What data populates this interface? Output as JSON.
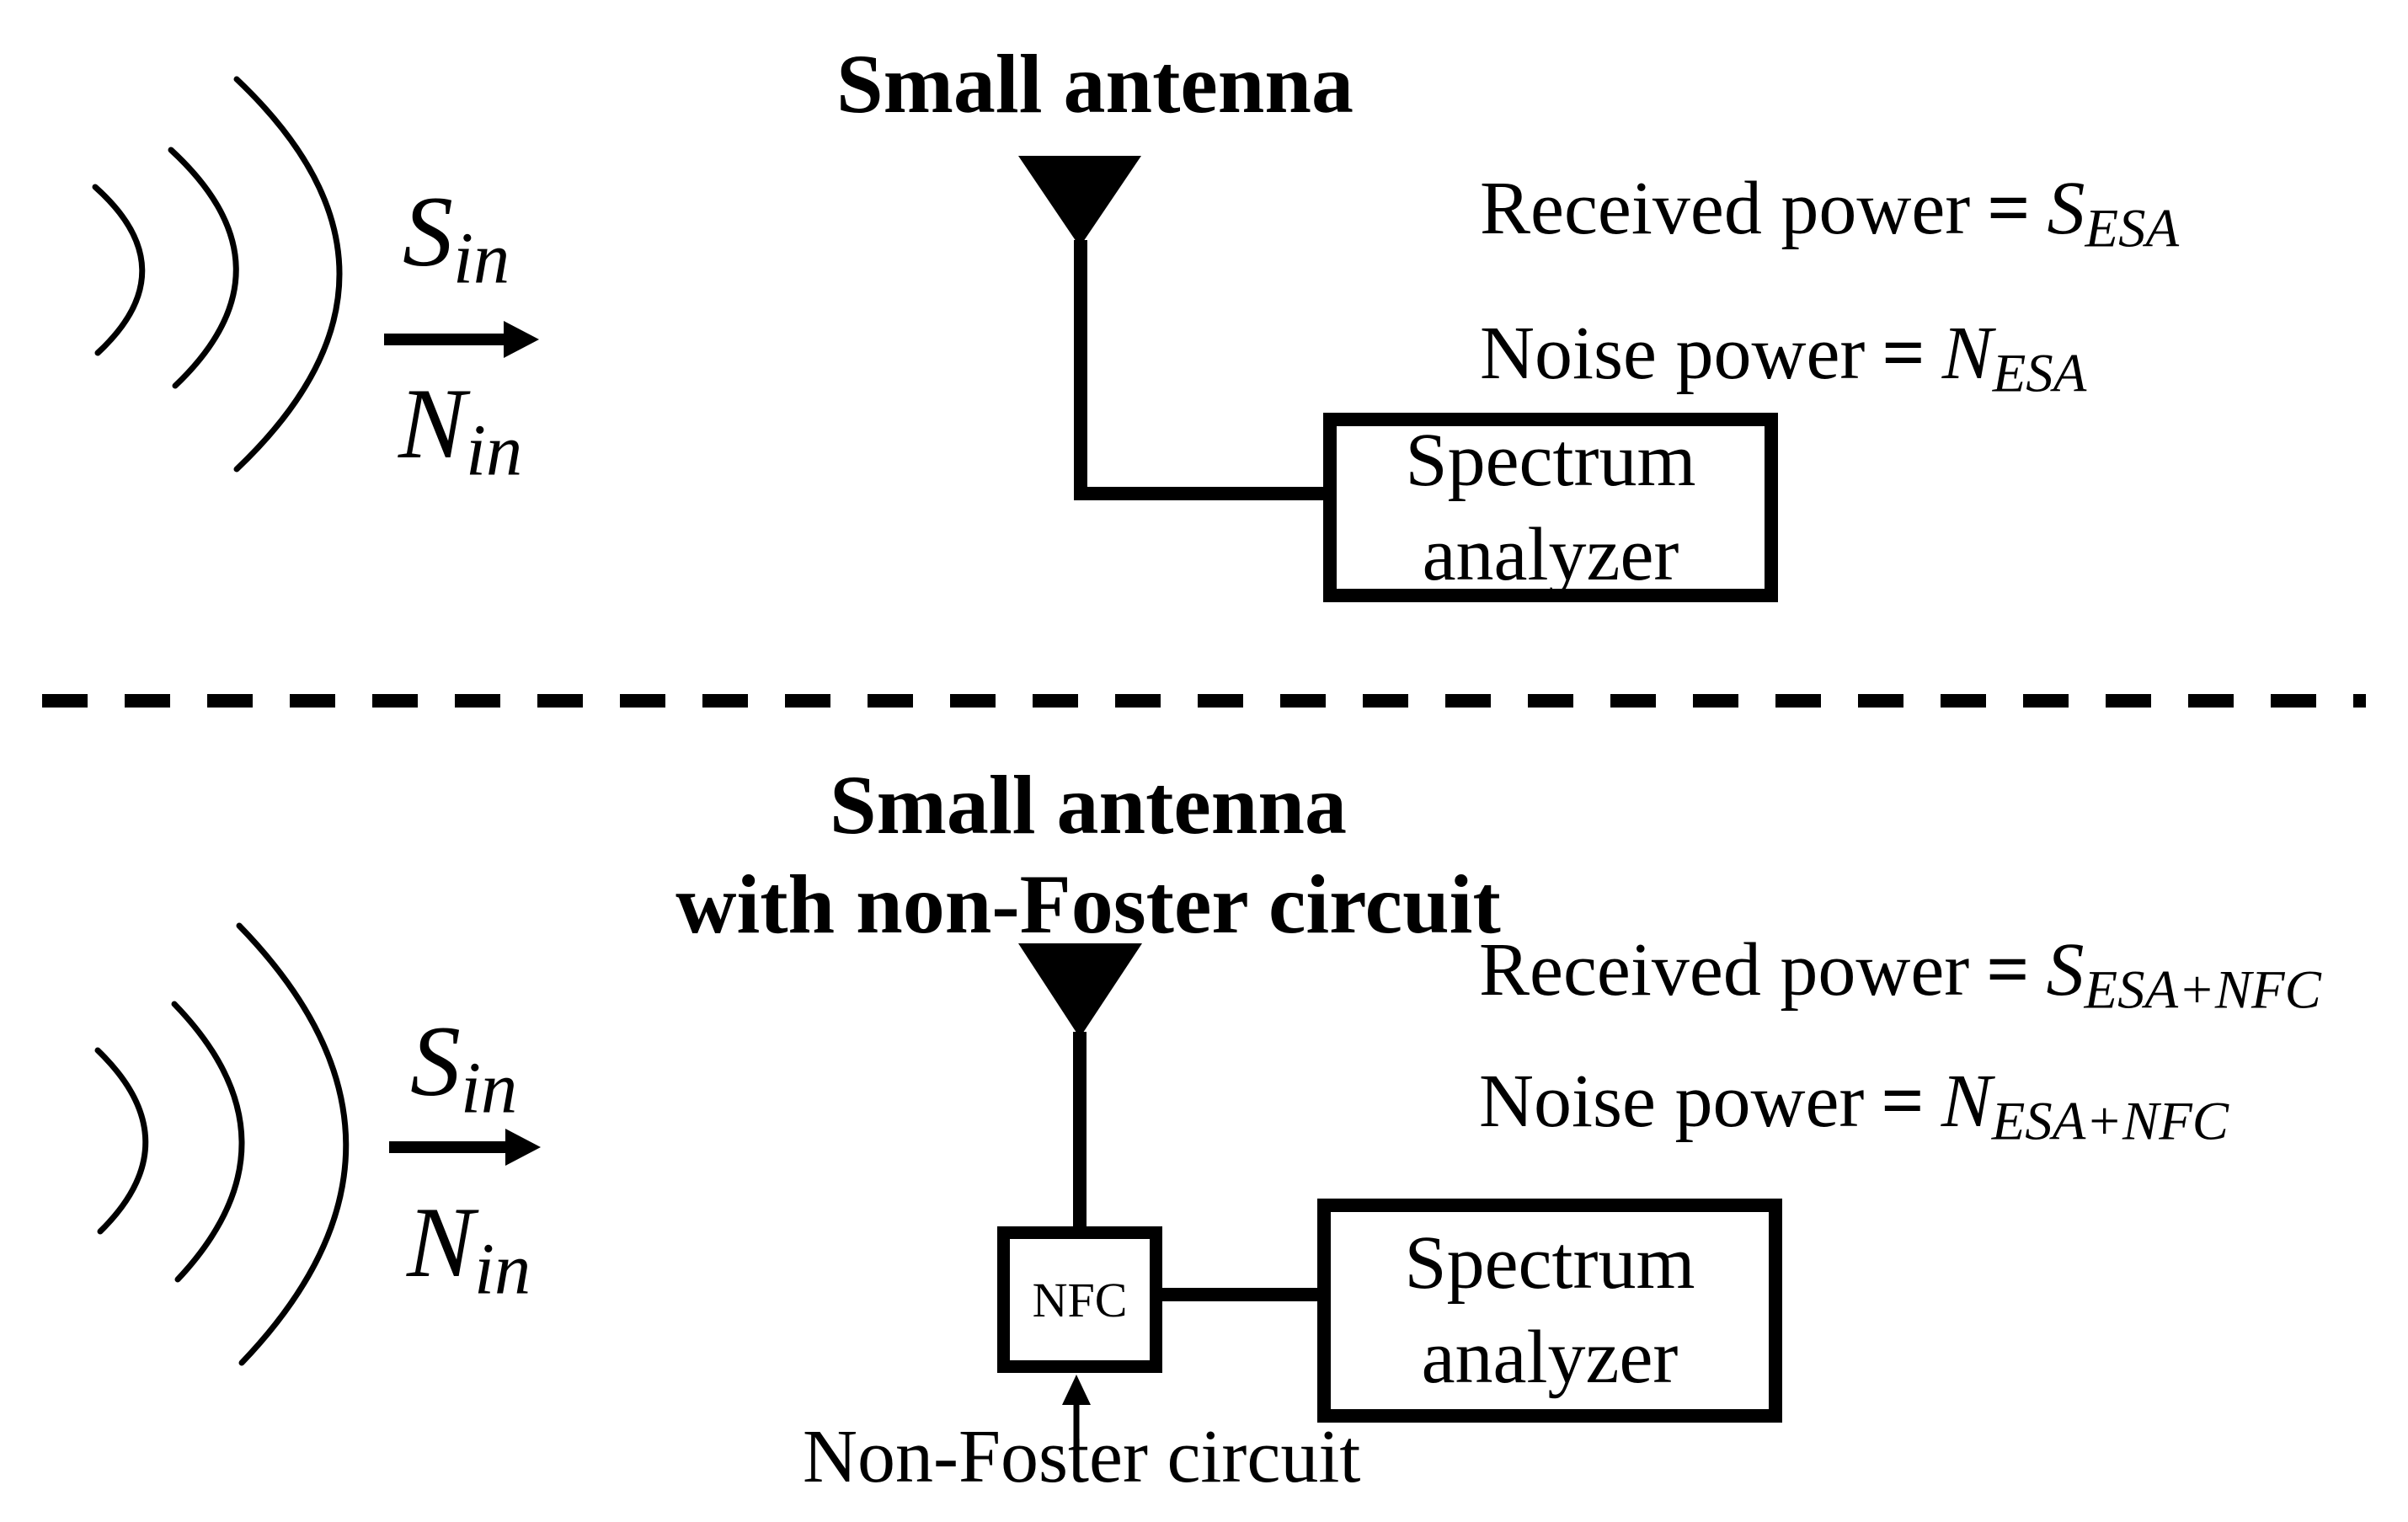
{
  "colors": {
    "ink": "#000000",
    "background": "#ffffff"
  },
  "top_section": {
    "title": "Small antenna",
    "incident_wave": {
      "signal": {
        "base": "S",
        "sub": "in"
      },
      "noise": {
        "base": "N",
        "sub": "in"
      }
    },
    "received_power": {
      "label": "Received power",
      "eq": "=",
      "base": "S",
      "sub": "ESA"
    },
    "noise_power": {
      "label": "Noise power",
      "eq": "=",
      "base": "N",
      "sub": "ESA"
    },
    "spectrum_analyzer": {
      "line1": "Spectrum",
      "line2": "analyzer"
    }
  },
  "bottom_section": {
    "title_line1": "Small antenna",
    "title_line2": "with non-Foster circuit",
    "incident_wave": {
      "signal": {
        "base": "S",
        "sub": "in"
      },
      "noise": {
        "base": "N",
        "sub": "in"
      }
    },
    "received_power": {
      "label": "Received power",
      "eq": "=",
      "base": "S",
      "sub": "ESA+NFC"
    },
    "noise_power": {
      "label": "Noise power",
      "eq": "=",
      "base": "N",
      "sub": "ESA+NFC"
    },
    "nfc_box_label": "NFC",
    "nfc_caption": "Non-Foster circuit",
    "spectrum_analyzer": {
      "line1": "Spectrum",
      "line2": "analyzer"
    }
  }
}
